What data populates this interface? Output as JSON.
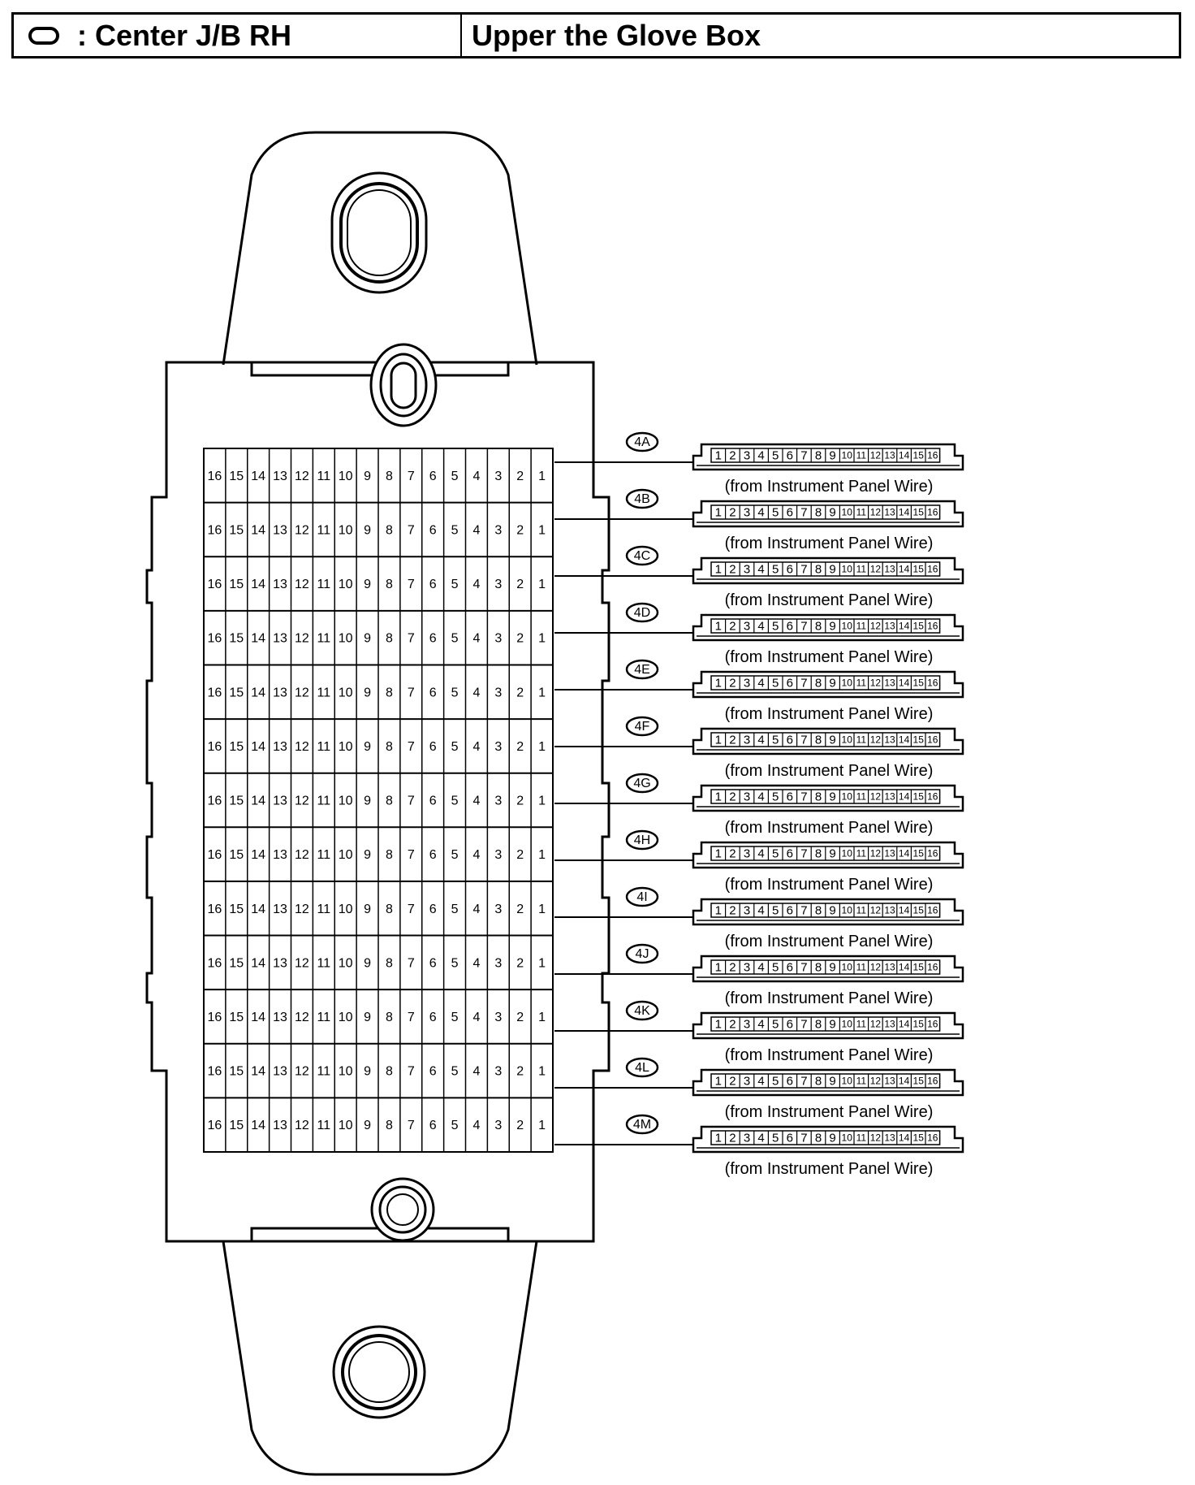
{
  "header": {
    "location_marker_icon": "oval-icon",
    "title": ": Center J/B RH",
    "location": "Upper the Glove Box"
  },
  "grid": {
    "pin_labels": [
      "16",
      "15",
      "14",
      "13",
      "12",
      "11",
      "10",
      "9",
      "8",
      "7",
      "6",
      "5",
      "4",
      "3",
      "2",
      "1"
    ],
    "row_count": 13
  },
  "connectors": [
    {
      "code": "4A",
      "source": "(from Instrument Panel Wire)"
    },
    {
      "code": "4B",
      "source": "(from Instrument Panel Wire)"
    },
    {
      "code": "4C",
      "source": "(from Instrument Panel Wire)"
    },
    {
      "code": "4D",
      "source": "(from Instrument Panel Wire)"
    },
    {
      "code": "4E",
      "source": "(from Instrument Panel Wire)"
    },
    {
      "code": "4F",
      "source": "(from Instrument Panel Wire)"
    },
    {
      "code": "4G",
      "source": "(from Instrument Panel Wire)"
    },
    {
      "code": "4H",
      "source": "(from Instrument Panel Wire)"
    },
    {
      "code": "4I",
      "source": "(from Instrument Panel Wire)"
    },
    {
      "code": "4J",
      "source": "(from Instrument Panel Wire)"
    },
    {
      "code": "4K",
      "source": "(from Instrument Panel Wire)"
    },
    {
      "code": "4L",
      "source": "(from Instrument Panel Wire)"
    },
    {
      "code": "4M",
      "source": "(from Instrument Panel Wire)"
    }
  ],
  "connector_pins": [
    "1",
    "2",
    "3",
    "4",
    "5",
    "6",
    "7",
    "8",
    "9",
    "10",
    "11",
    "12",
    "13",
    "14",
    "15",
    "16"
  ]
}
